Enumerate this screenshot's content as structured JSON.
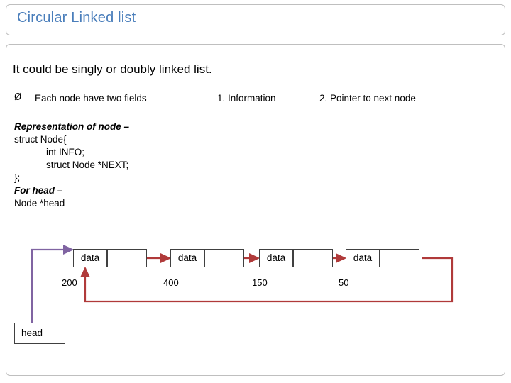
{
  "slide": {
    "title": "Circular Linked list",
    "title_color": "#4a7ebb",
    "intro": "It could be singly or doubly linked list.",
    "bullet": {
      "glyph": "Ø",
      "text": "Each node have two fields –",
      "field1": "1. Information",
      "field2": "2. Pointer to next node"
    },
    "code": [
      "Representation of node –",
      "struct Node{",
      "            int INFO;",
      "            struct Node *NEXT;",
      "};",
      "For head –",
      "Node *head"
    ],
    "diagram": {
      "node_label": "data",
      "nodes": [
        {
          "label": "data",
          "address": "200"
        },
        {
          "label": "data",
          "address": "400"
        },
        {
          "label": "data",
          "address": "150"
        },
        {
          "label": "data",
          "address": "50"
        }
      ],
      "head_label": "head",
      "arrow_color": "#b03a3a",
      "head_arrow_color": "#8064a2"
    }
  }
}
